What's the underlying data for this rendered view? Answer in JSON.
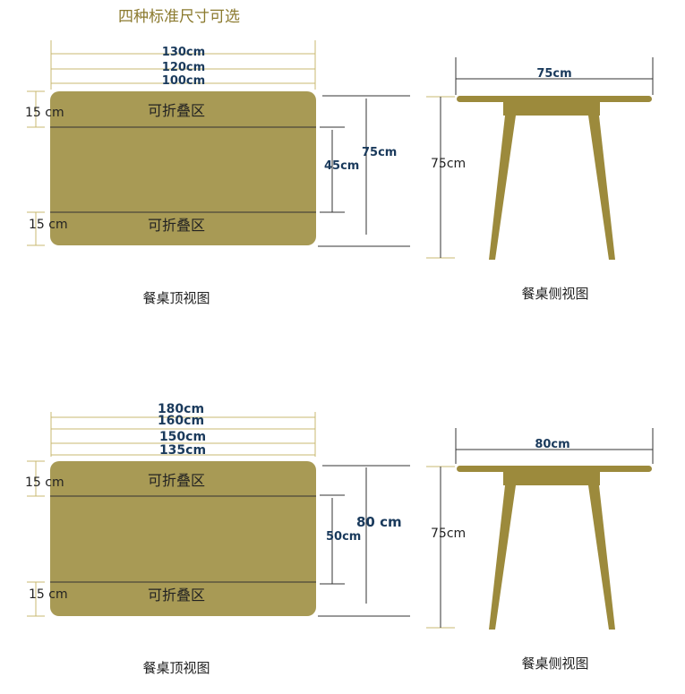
{
  "title": "四种标准尺寸可选",
  "colors": {
    "wood": "#a89a55",
    "wood_dark": "#9c8a3c",
    "dim_text": "#1a3a5c",
    "tick": "#c8b870"
  },
  "top_diagram": {
    "widths": [
      "130cm",
      "120cm",
      "100cm"
    ],
    "fold_top_label": "可折叠区",
    "fold_bottom_label": "可折叠区",
    "fold_top_size": "15 cm",
    "fold_bottom_size": "15 cm",
    "inner_depth": "45cm",
    "depth": "75cm",
    "caption": "餐桌顶视图",
    "side": {
      "width": "75cm",
      "height": "75cm",
      "caption": "餐桌侧视图"
    }
  },
  "bottom_diagram": {
    "widths": [
      "180cm",
      "160cm",
      "150cm",
      "135cm"
    ],
    "fold_top_label": "可折叠区",
    "fold_bottom_label": "可折叠区",
    "fold_top_size": "15 cm",
    "fold_bottom_size": "15 cm",
    "inner_depth": "50cm",
    "depth": "80 cm",
    "caption": "餐桌顶视图",
    "side": {
      "width": "80cm",
      "height": "75cm",
      "caption": "餐桌侧视图"
    }
  }
}
